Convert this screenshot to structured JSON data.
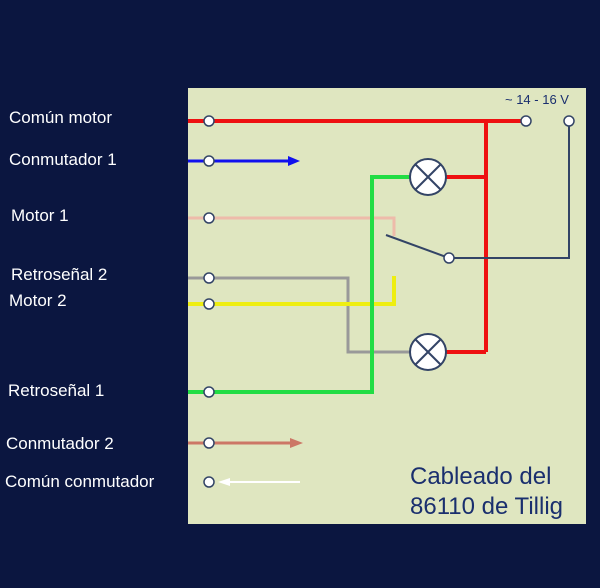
{
  "diagram": {
    "title_line1": "Cableado del",
    "title_line2": "86110 de Tillig",
    "power_label": "~ 14 - 16 V",
    "labels": {
      "comun_motor": "Común motor",
      "conmutador_1": "Conmutador 1",
      "motor_1": "Motor 1",
      "retrosenal_2": "Retroseñal 2",
      "motor_2": "Motor 2",
      "retrosenal_1": "Retroseñal 1",
      "conmutador_2": "Conmutador 2",
      "comun_conmutador": "Común conmutador"
    }
  },
  "colors": {
    "background": "#0b1640",
    "panel": "#dfe6c0",
    "red": "#ee1111",
    "blue": "#1111ee",
    "pink": "#eebbaa",
    "gray": "#999999",
    "yellow": "#eeee11",
    "green": "#22dd44",
    "salmon": "#cc7766",
    "white": "#ffffff",
    "dark_line": "#334466"
  },
  "icons": [
    "lamp-icon",
    "switch-icon",
    "terminal-icon",
    "arrow-right-icon",
    "arrow-left-icon"
  ]
}
